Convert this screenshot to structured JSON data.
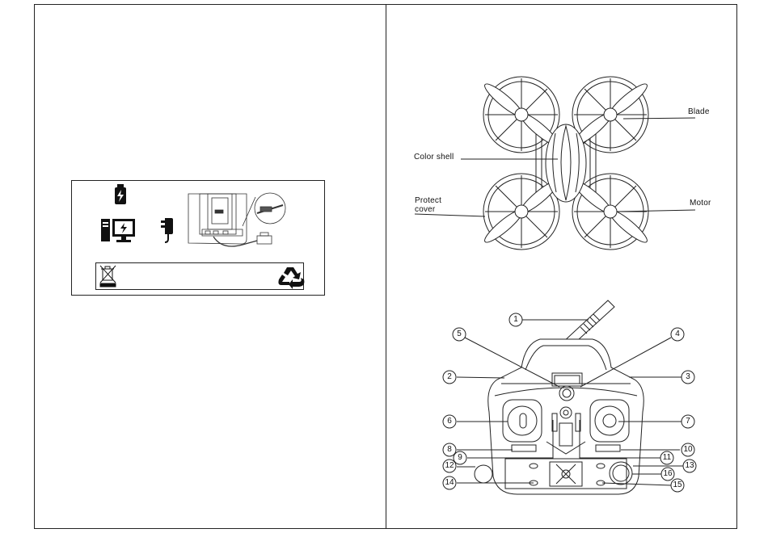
{
  "drone": {
    "labels": {
      "color_shell": "Color shell",
      "protect_cover": "Protect\ncover",
      "blade": "Blade",
      "motor": "Motor"
    }
  },
  "controller": {
    "callouts": [
      "1",
      "2",
      "3",
      "4",
      "5",
      "6",
      "7",
      "8",
      "9",
      "10",
      "11",
      "12",
      "13",
      "14",
      "15",
      "16"
    ]
  },
  "icons": [
    "battery-charging-icon",
    "computer-charging-icon",
    "wall-adapter-icon",
    "charging-diagram",
    "weee-bin-icon",
    "recycle-icon"
  ]
}
